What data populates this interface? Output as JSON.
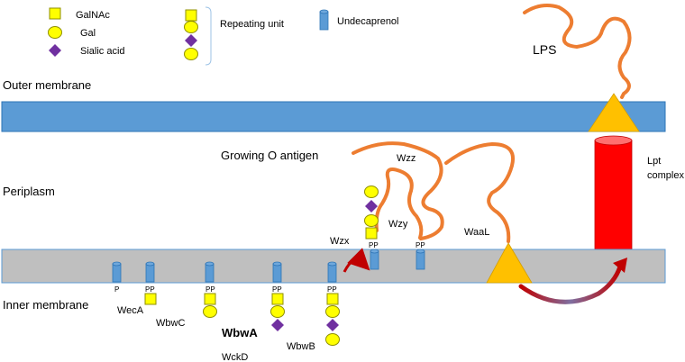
{
  "legend": {
    "galnac": "GalNAc",
    "gal": "Gal",
    "sialic_acid": "Sialic acid",
    "repeating_unit": "Repeating unit",
    "undecaprenol": "Undecaprenol"
  },
  "regions": {
    "outer_membrane": "Outer membrane",
    "periplasm": "Periplasm",
    "inner_membrane": "Inner membrane"
  },
  "labels": {
    "lps": "LPS",
    "growing_o_antigen": "Growing O antigen",
    "wzz": "Wzz",
    "wzy": "Wzy",
    "wzx": "Wzx",
    "waal": "WaaL",
    "lpt_line1": "Lpt",
    "lpt_line2": "complex",
    "weca": "WecA",
    "wbwc": "WbwC",
    "wbwa": "WbwA",
    "wckd": "WckD",
    "wbwb": "WbwB"
  },
  "carrier_labels": {
    "p": "P",
    "pp": "PP"
  },
  "colors": {
    "galnac": "#ffff00",
    "gal": "#ffff00",
    "sialic_acid": "#7030a0",
    "undecaprenol": "#5b9bd5",
    "outer_membrane": "#5b9bd5",
    "inner_membrane": "#bfbfbf",
    "o_antigen_chain": "#ed7d31",
    "waal_triangle": "#ffc000",
    "lpt": "#ff0000",
    "arrow": "#c00000"
  }
}
